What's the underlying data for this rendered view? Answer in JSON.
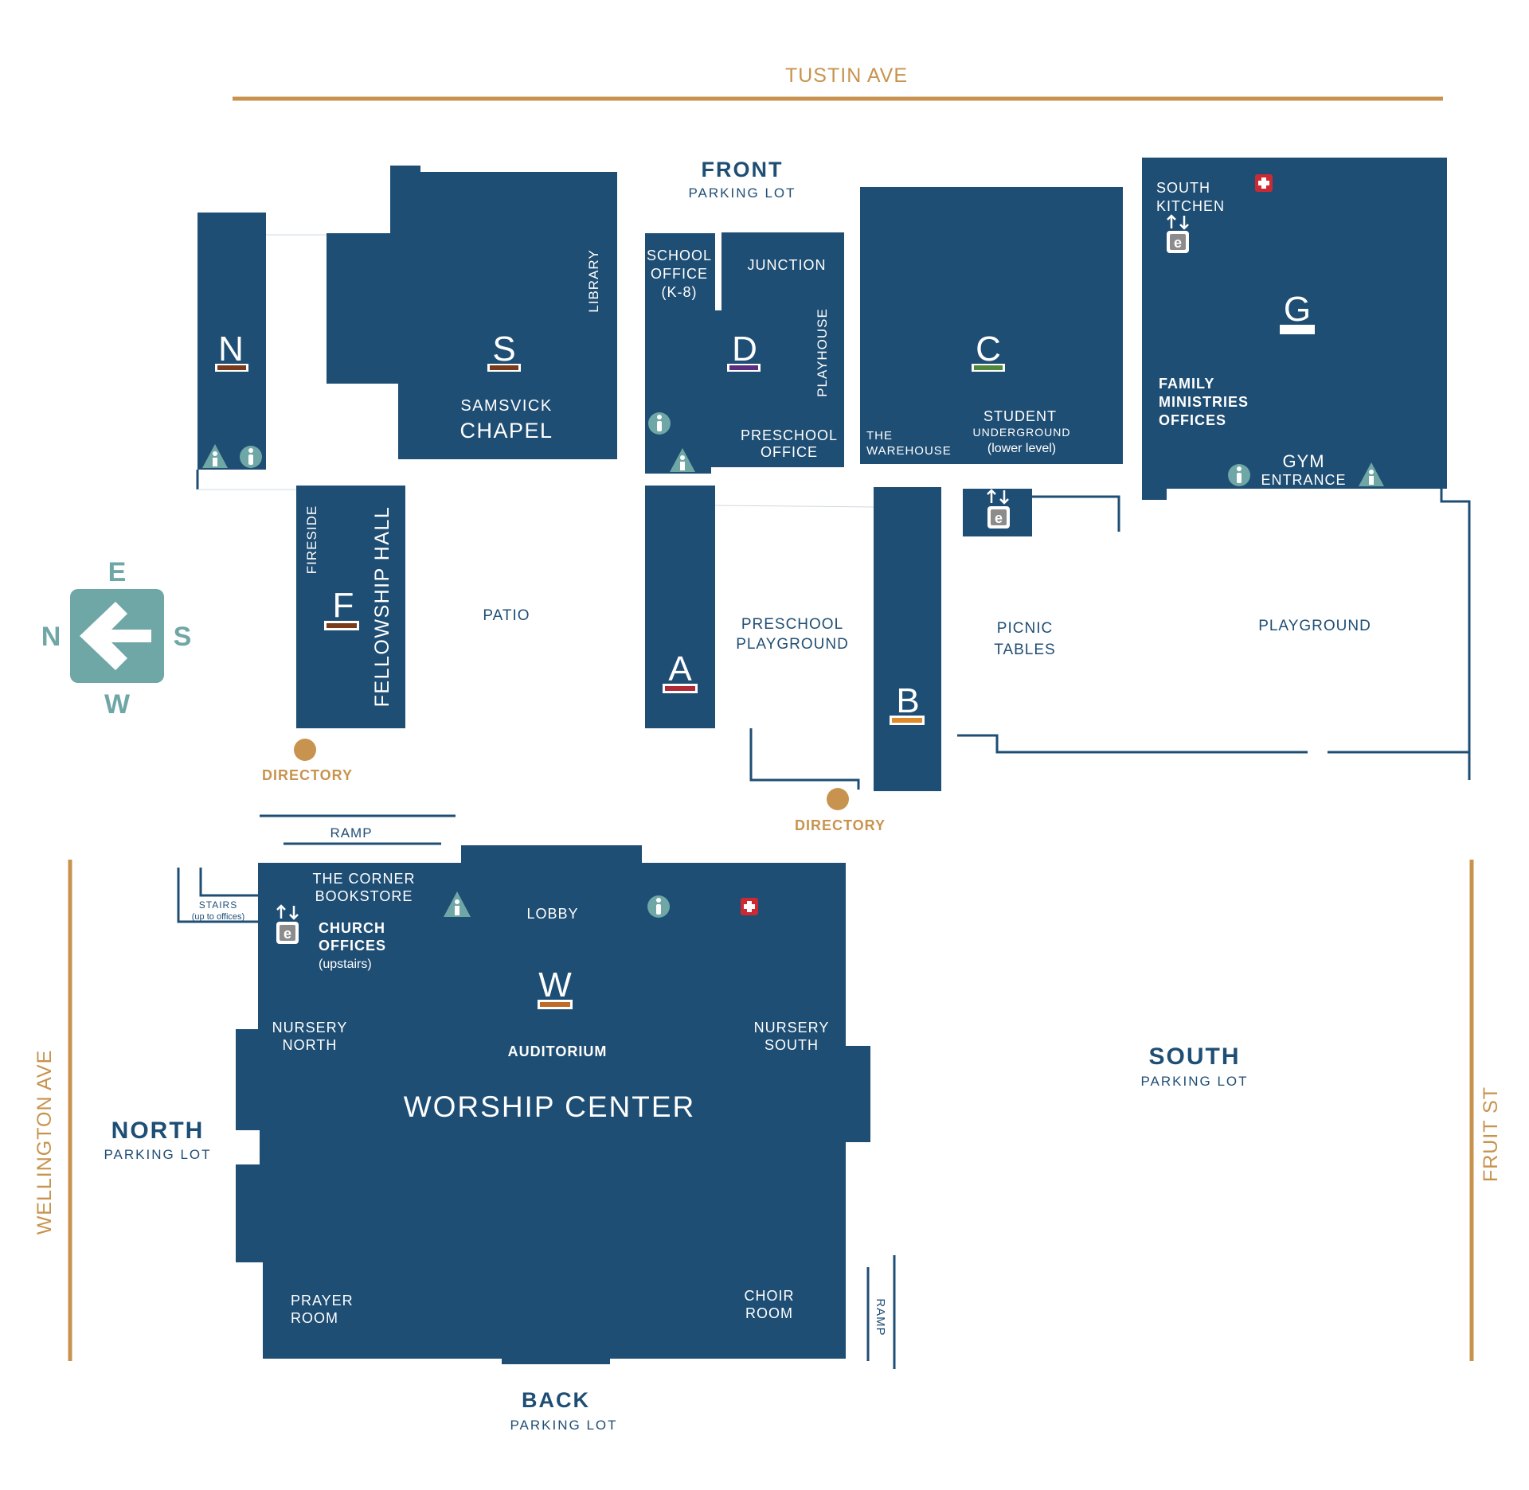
{
  "streets": {
    "north_edge": "TUSTIN AVE",
    "west_edge": "WELLINGTON AVE",
    "east_edge": "FRUIT ST"
  },
  "parking": {
    "front": {
      "name": "FRONT",
      "sub": "PARKING LOT"
    },
    "north": {
      "name": "NORTH",
      "sub": "PARKING LOT"
    },
    "south": {
      "name": "SOUTH",
      "sub": "PARKING LOT"
    },
    "back": {
      "name": "BACK",
      "sub": "PARKING LOT"
    }
  },
  "compass": {
    "top": "E",
    "left": "N",
    "right": "S",
    "bottom": "W"
  },
  "buildings": {
    "N": {
      "letter": "N",
      "color": "#7a3b1a"
    },
    "S": {
      "letter": "S",
      "color": "#7a3b1a",
      "line1": "SAMSVICK",
      "line2": "CHAPEL",
      "side": "LIBRARY"
    },
    "D": {
      "letter": "D",
      "color": "#5a2d82",
      "school1": "SCHOOL",
      "school2": "OFFICE",
      "school3": "(K-8)",
      "junction": "JUNCTION",
      "playhouse": "PLAYHOUSE",
      "pre1": "PRESCHOOL",
      "pre2": "OFFICE"
    },
    "C": {
      "letter": "C",
      "color": "#4e8a3a",
      "wh1": "THE",
      "wh2": "WAREHOUSE",
      "su1": "STUDENT",
      "su2": "UNDERGROUND",
      "su3": "(lower level)"
    },
    "G": {
      "letter": "G",
      "color": "#ffffff",
      "kit1": "SOUTH",
      "kit2": "KITCHEN",
      "fam1": "FAMILY",
      "fam2": "MINISTRIES",
      "fam3": "OFFICES",
      "gym1": "GYM",
      "gym2": "ENTRANCE"
    },
    "F": {
      "letter": "F",
      "color": "#7a3b1a",
      "side": "FIRESIDE",
      "name": "FELLOWSHIP HALL"
    },
    "A": {
      "letter": "A",
      "color": "#b02a37"
    },
    "B": {
      "letter": "B",
      "color": "#e0892a"
    },
    "W": {
      "letter": "W",
      "color": "#c06b28",
      "name": "WORSHIP CENTER",
      "auditorium": "AUDITORIUM",
      "lobby": "LOBBY",
      "book1": "THE CORNER",
      "book2": "BOOKSTORE",
      "co1": "CHURCH",
      "co2": "OFFICES",
      "co3": "(upstairs)",
      "nn1": "NURSERY",
      "nn2": "NORTH",
      "ns1": "NURSERY",
      "ns2": "SOUTH",
      "pr1": "PRAYER",
      "pr2": "ROOM",
      "ch1": "CHOIR",
      "ch2": "ROOM"
    }
  },
  "areas": {
    "patio": "PATIO",
    "pre1": "PRESCHOOL",
    "pre2": "PLAYGROUND",
    "pic1": "PICNIC",
    "pic2": "TABLES",
    "playground": "PLAYGROUND",
    "ramp": "RAMP",
    "stairs1": "STAIRS",
    "stairs2": "(up to offices)"
  },
  "directory": "DIRECTORY",
  "icons": {
    "elevator": "elevator-icon",
    "first_aid": "first-aid-icon",
    "restroom": "restroom-icon"
  },
  "colors": {
    "building": "#1f4e74",
    "street": "#c8934e",
    "icon": "#6fa6a6",
    "first_aid": "#cc2a33"
  }
}
